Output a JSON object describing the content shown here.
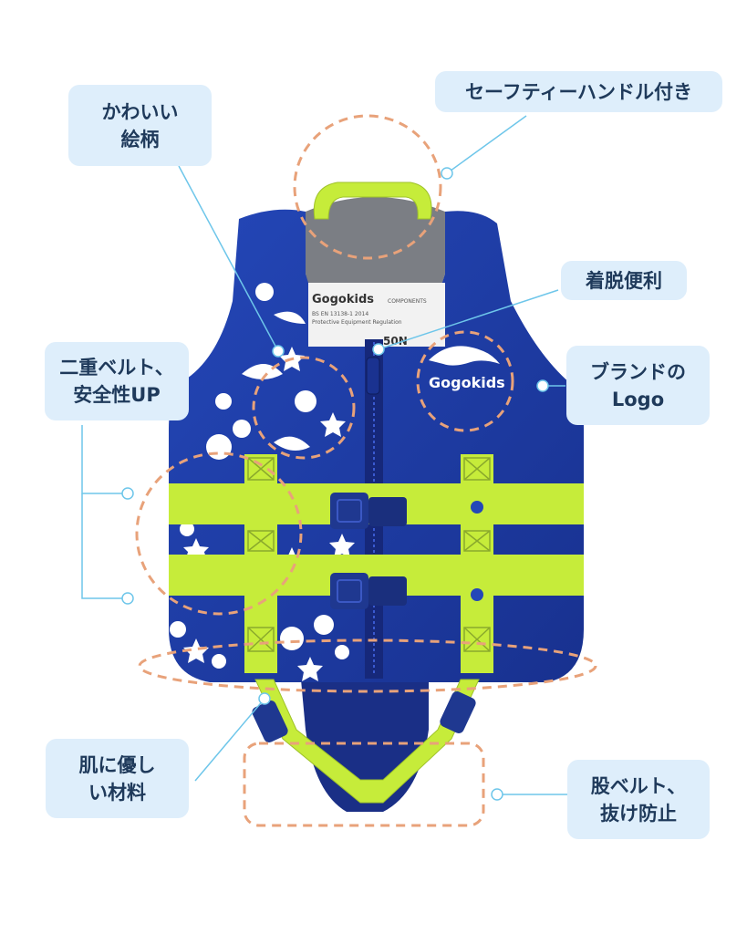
{
  "labels": {
    "pattern": {
      "line1": "かわいい",
      "line2": "絵柄"
    },
    "handle": {
      "line1": "セーフティーハンドル付き"
    },
    "zipper": {
      "line1": "着脱便利"
    },
    "belt": {
      "line1": "二重ベルト、",
      "line2": "安全性UP"
    },
    "logo": {
      "line1": "ブランドの",
      "line2": "Logo"
    },
    "material": {
      "line1": "肌に優し",
      "line2": "い材料"
    },
    "crotch": {
      "line1": "股ベルト、",
      "line2": "抜け防止"
    }
  },
  "vest": {
    "brand": "Gogokids",
    "inner_label_brand": "Gogokids",
    "inner_label_lines": [
      "BS EN 13138-1 2014",
      "Protective Equipment Regulation",
      "COMPONENTS"
    ],
    "size_tag": "50N"
  },
  "colors": {
    "vest_blue": "#1f3fa8",
    "strap_green": "#c6ec3a",
    "callout_line": "#6ec6ea",
    "dash_circle": "#e8a27a",
    "label_bg": "#deeefb",
    "label_text": "#1f3a5b"
  }
}
